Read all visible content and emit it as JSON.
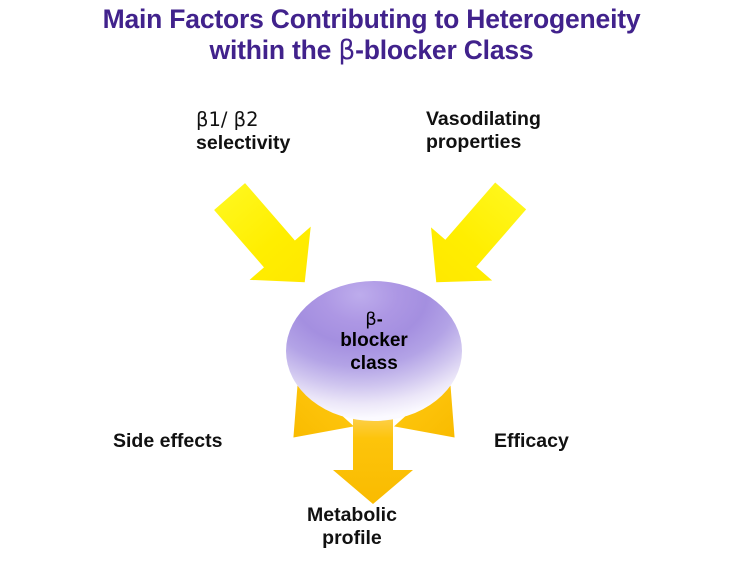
{
  "slide": {
    "background": "#ffffff",
    "title": {
      "line1": "Main Factors Contributing to Heterogeneity",
      "line2_pre": "within the ",
      "line2_beta": "β",
      "line2_post": "-blocker Class",
      "color": "#41228c"
    },
    "center": {
      "name": "beta-blocker-class",
      "line1_beta": "β",
      "line1_post": "-",
      "line2": "blocker",
      "line3": "class",
      "sphere_color_top": "#bdacec",
      "sphere_color_mid": "#a48fe0",
      "sphere_color_bottom": "#fbfaff"
    },
    "inputs": [
      {
        "name": "beta-selectivity",
        "line1_beta1": "β1/ ",
        "line1_beta2": "β2",
        "line2": "selectivity",
        "arrow_color": "#ffee00",
        "direction": "down-right"
      },
      {
        "name": "vasodilating-properties",
        "line1": "Vasodilating",
        "line2": "properties",
        "arrow_color": "#ffee00",
        "direction": "down-left"
      }
    ],
    "outputs": [
      {
        "name": "side-effects",
        "line1": "Side effects",
        "arrow_color": "#fdc40b",
        "direction": "down-left"
      },
      {
        "name": "metabolic-profile",
        "line1": "Metabolic",
        "line2": "profile",
        "arrow_color": "#fdc40b",
        "direction": "down"
      },
      {
        "name": "efficacy",
        "line1": "Efficacy",
        "arrow_color": "#fdc40b",
        "direction": "down-right"
      }
    ]
  }
}
